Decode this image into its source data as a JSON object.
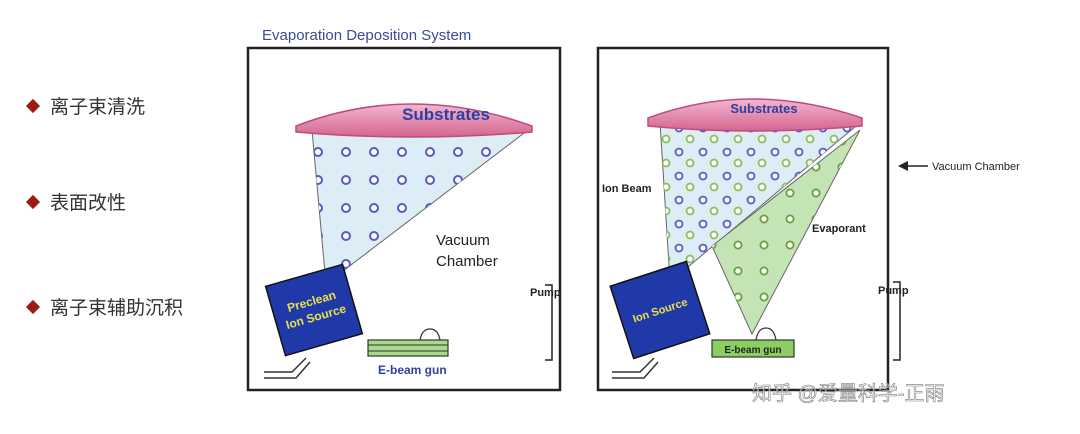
{
  "bullets": [
    "离子束清洗",
    "表面改性",
    "离子束辅助沉积"
  ],
  "left_panel": {
    "title": "Evaporation Deposition System",
    "substrates": "Substrates",
    "source_line1": "Preclean",
    "source_line2": "Ion Source",
    "vacuum_line1": "Vacuum",
    "vacuum_line2": "Chamber",
    "pump": "Pump",
    "gun": "E-beam gun"
  },
  "right_panel": {
    "substrates": "Substrates",
    "ion_beam": "Ion Beam",
    "evaporant": "Evaporant",
    "source": "Ion Source",
    "pump": "Pump",
    "gun": "E-beam gun",
    "vacuum_chamber": "Vacuum Chamber"
  },
  "watermark": "知乎 @爱量科学-正雨",
  "colors": {
    "bullet": "#9b1b1b",
    "substrate": "#e98ab5",
    "ion_beam": "#d8ecf3",
    "evaporant": "#bfe1b0",
    "ion_source": "#1f3aa8",
    "gun_green": "#8bcf62"
  }
}
